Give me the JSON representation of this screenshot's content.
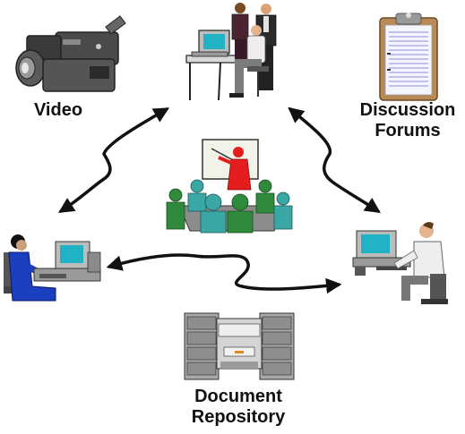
{
  "labels": {
    "video": "Video",
    "discussion_forums_line1": "Discussion",
    "discussion_forums_line2": "Forums",
    "document_repository_line1": "Document",
    "document_repository_line2": "Repository"
  },
  "icons": {
    "video": "video-camera-icon",
    "forums": "clipboard-icon",
    "repository": "file-cabinet-icon",
    "presenter": "classroom-presentation-icon",
    "meeting": "office-meeting-icon",
    "user_left": "woman-at-computer-icon",
    "user_right": "man-at-computer-icon"
  },
  "colors": {
    "arrow": "#111111",
    "presenter_red": "#e41e1e",
    "audience_green": "#2f8a3c",
    "audience_teal": "#3aa6a6",
    "woman_blue": "#1c3fc0",
    "clipboard_brown": "#b98a55",
    "cabinet_gray": "#a8a8a8"
  }
}
